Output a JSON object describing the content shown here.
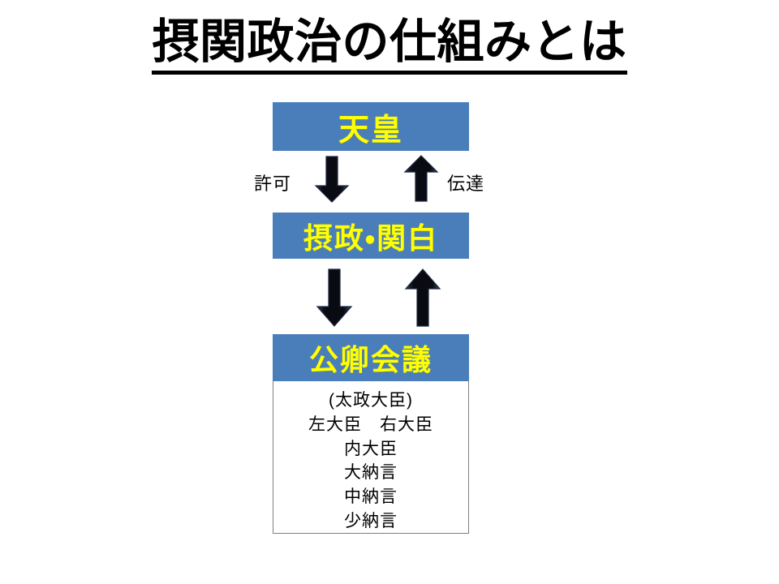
{
  "slide": {
    "title": "摂関政治の仕組みとは",
    "background_color": "#ffffff"
  },
  "theme": {
    "box_fill": "#4a7ebb",
    "box_text_color": "#ffff00",
    "arrow_color": "#0d0d1a",
    "panel_border": "#7f7f7f",
    "title_color": "#000000"
  },
  "diagram": {
    "nodes": [
      {
        "id": "emperor",
        "label": "天皇"
      },
      {
        "id": "regent",
        "label": "摂政・関白"
      },
      {
        "id": "council",
        "label": "公卿会議"
      }
    ],
    "council_members": [
      "(太政大臣)",
      "左大臣　右大臣",
      "内大臣",
      "大納言",
      "中納言",
      "少納言"
    ],
    "edges": [
      {
        "id": "emperor-to-regent",
        "direction": "down",
        "label": "許可",
        "from": "emperor",
        "to": "regent"
      },
      {
        "id": "regent-to-emperor",
        "direction": "up",
        "label": "伝達",
        "from": "regent",
        "to": "emperor"
      },
      {
        "id": "regent-to-council",
        "direction": "down",
        "label": "",
        "from": "regent",
        "to": "council"
      },
      {
        "id": "council-to-regent",
        "direction": "up",
        "label": "",
        "from": "council",
        "to": "regent"
      }
    ],
    "icons": {
      "arrow_down": "arrow-down-icon",
      "arrow_up": "arrow-up-icon"
    }
  }
}
